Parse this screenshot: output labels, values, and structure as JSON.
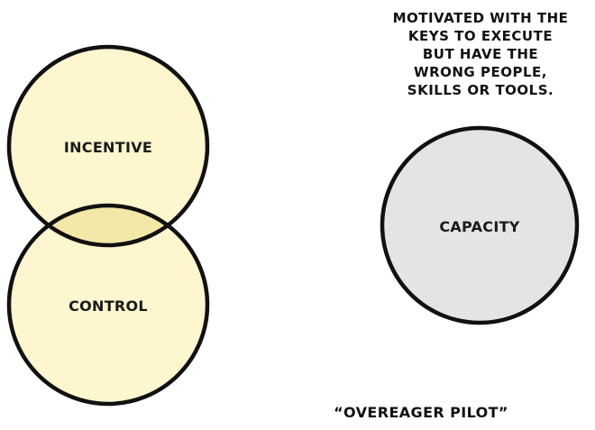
{
  "circles": {
    "incentive": {
      "label": "INCENTIVE"
    },
    "control": {
      "label": "CONTROL"
    },
    "capacity": {
      "label": "CAPACITY"
    }
  },
  "note": {
    "lines": [
      "MOTIVATED WITH THE",
      "KEYS TO EXECUTE",
      "BUT HAVE THE",
      "WRONG PEOPLE,",
      "SKILLS OR TOOLS."
    ]
  },
  "caption": "“OVEREAGER PILOT”",
  "colors": {
    "warm_fill": "#fdf6cf",
    "overlap_fill": "#f4e8a8",
    "grey_fill": "#e4e4e6",
    "outline": "#111111"
  }
}
